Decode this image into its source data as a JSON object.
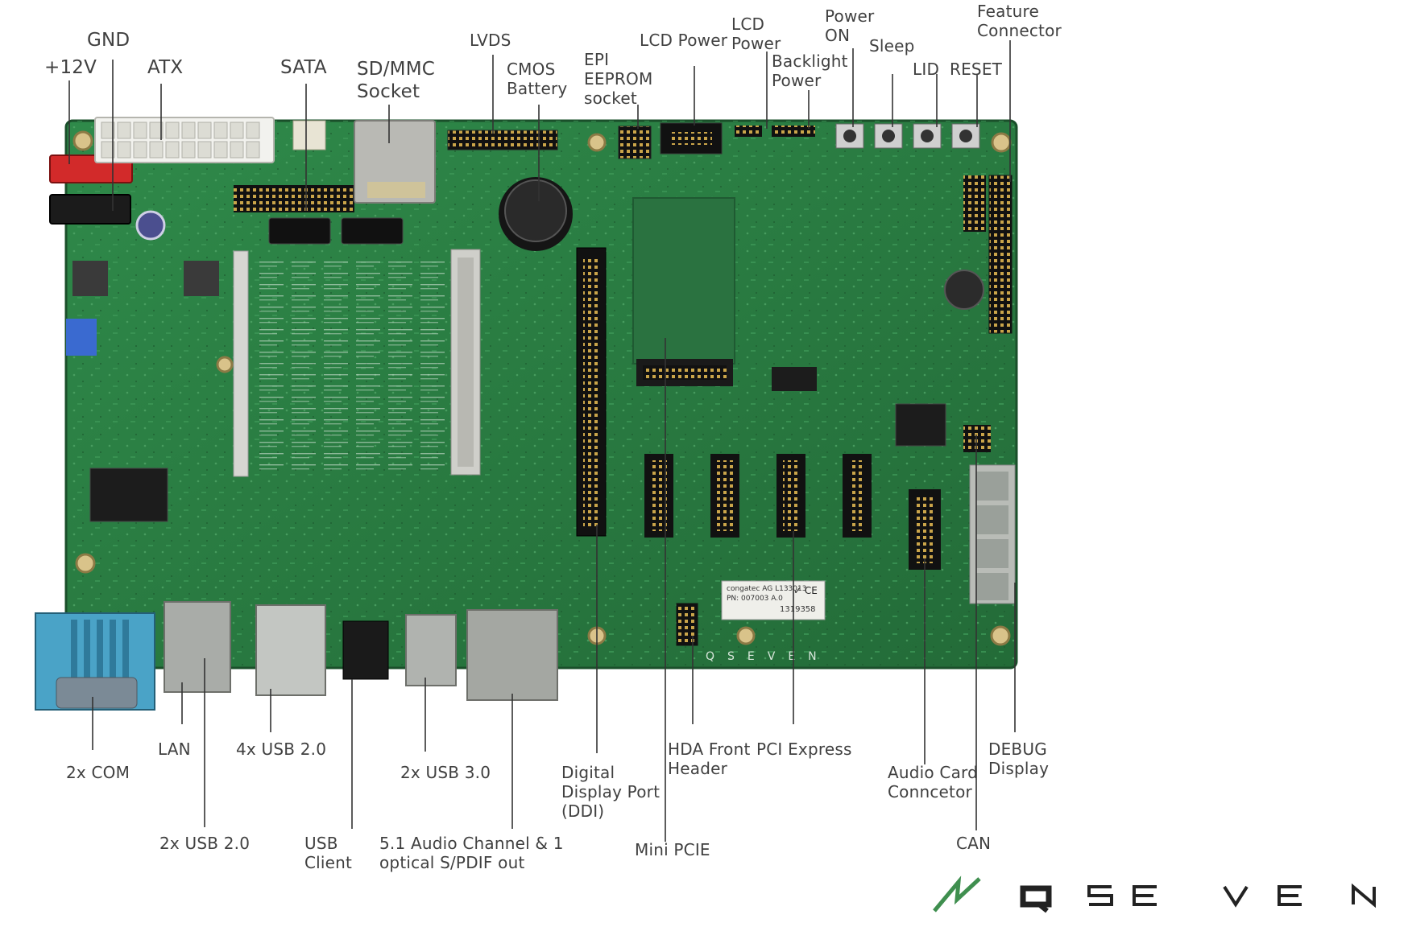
{
  "labels": {
    "gnd": "GND",
    "p12v": "+12V",
    "atx": "ATX",
    "sata": "SATA",
    "sdmmc": "SD/MMC\nSocket",
    "lvds": "LVDS",
    "cmos": "CMOS\nBattery",
    "epi": "EPI\nEEPROM\nsocket",
    "lcdpower": "LCD Power",
    "lcdpower2": "LCD\nPower",
    "backlight": "Backlight\nPower",
    "poweron": "Power\nON",
    "sleep": "Sleep",
    "lid": "LID",
    "reset": "RESET",
    "feature": "Feature\nConnector",
    "com": "2x COM",
    "lan": "LAN",
    "usb4": "4x USB 2.0",
    "usb2": "2x USB 2.0",
    "usbclient": "USB\nClient",
    "usb3": "2x USB 3.0",
    "audio51": "5.1 Audio Channel & 1\noptical       S/PDIF out",
    "ddi": "Digital\nDisplay Port\n(DDI)",
    "minipcie": "Mini PCIE",
    "hda": "HDA Front\nHeader",
    "pcie": "PCI Express",
    "audiocard": "Audio Card\nConncetor",
    "can": "CAN",
    "debug": "DEBUG\nDisplay"
  },
  "brand": {
    "logo_text": "QSEVEN",
    "accent_color": "#3f8f4f"
  },
  "board": {
    "pcb_color": "#2e7d45",
    "sticker_line1": "congatec AG L133013",
    "sticker_line2": "PN: 007003 A.0",
    "sticker_serial": "1319358",
    "silk_logo": "QSEVEN"
  },
  "icons": [
    "ce-mark-icon",
    "qseven-logo-icon"
  ]
}
